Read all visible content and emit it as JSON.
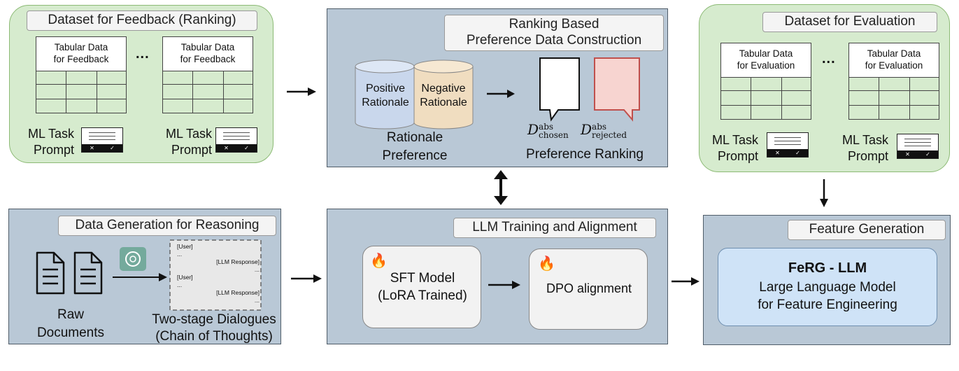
{
  "feedback": {
    "title": "Dataset for Feedback (Ranking)",
    "table_header": "Tabular Data\nfor Feedback",
    "ellipsis": "...",
    "ml_task_prompt": "ML Task\nPrompt"
  },
  "ranking": {
    "title": "Ranking Based\nPreference Data Construction",
    "positive": "Positive\nRationale",
    "negative": "Negative\nRationale",
    "rationale_preference": "Rationale\nPreference",
    "chosen_math": "D",
    "chosen_sup": "abs",
    "chosen_sub": "chosen",
    "rejected_math": "D",
    "rejected_sup": "abs",
    "rejected_sub": "rejected",
    "preference_ranking": "Preference Ranking"
  },
  "evaluation": {
    "title": "Dataset for Evaluation",
    "table_header": "Tabular Data\nfor Evaluation",
    "ellipsis": "...",
    "ml_task_prompt": "ML Task\nPrompt"
  },
  "datagen": {
    "title": "Data Generation for Reasoning",
    "raw_documents": "Raw\nDocuments",
    "dialog_lines": [
      "[User]",
      "...",
      "[LLM Response]",
      "...",
      "[User]",
      "...",
      "[LLM Response]",
      "..."
    ],
    "two_stage": "Two-stage Dialogues\n(Chain of Thoughts)"
  },
  "training": {
    "title": "LLM Training and Alignment",
    "sft": "SFT Model\n(LoRA Trained)",
    "dpo": "DPO alignment"
  },
  "featuregen": {
    "title": "Feature Generation",
    "model_name": "FeRG - LLM",
    "model_desc": "Large Language Model\nfor Feature Engineering"
  },
  "colors": {
    "green_panel": "#d6ebce",
    "blue_panel": "#b9c8d6",
    "positive_cyl": "#c9d7ec",
    "negative_cyl": "#f0ddc0",
    "rejected_bubble": "#f7d4d0",
    "ferg_card": "#cfe3f7"
  },
  "icons": [
    "fire-icon",
    "chatgpt-icon",
    "document-icon",
    "cylinder-icon",
    "speech-bubble-icon",
    "arrow-icon"
  ]
}
